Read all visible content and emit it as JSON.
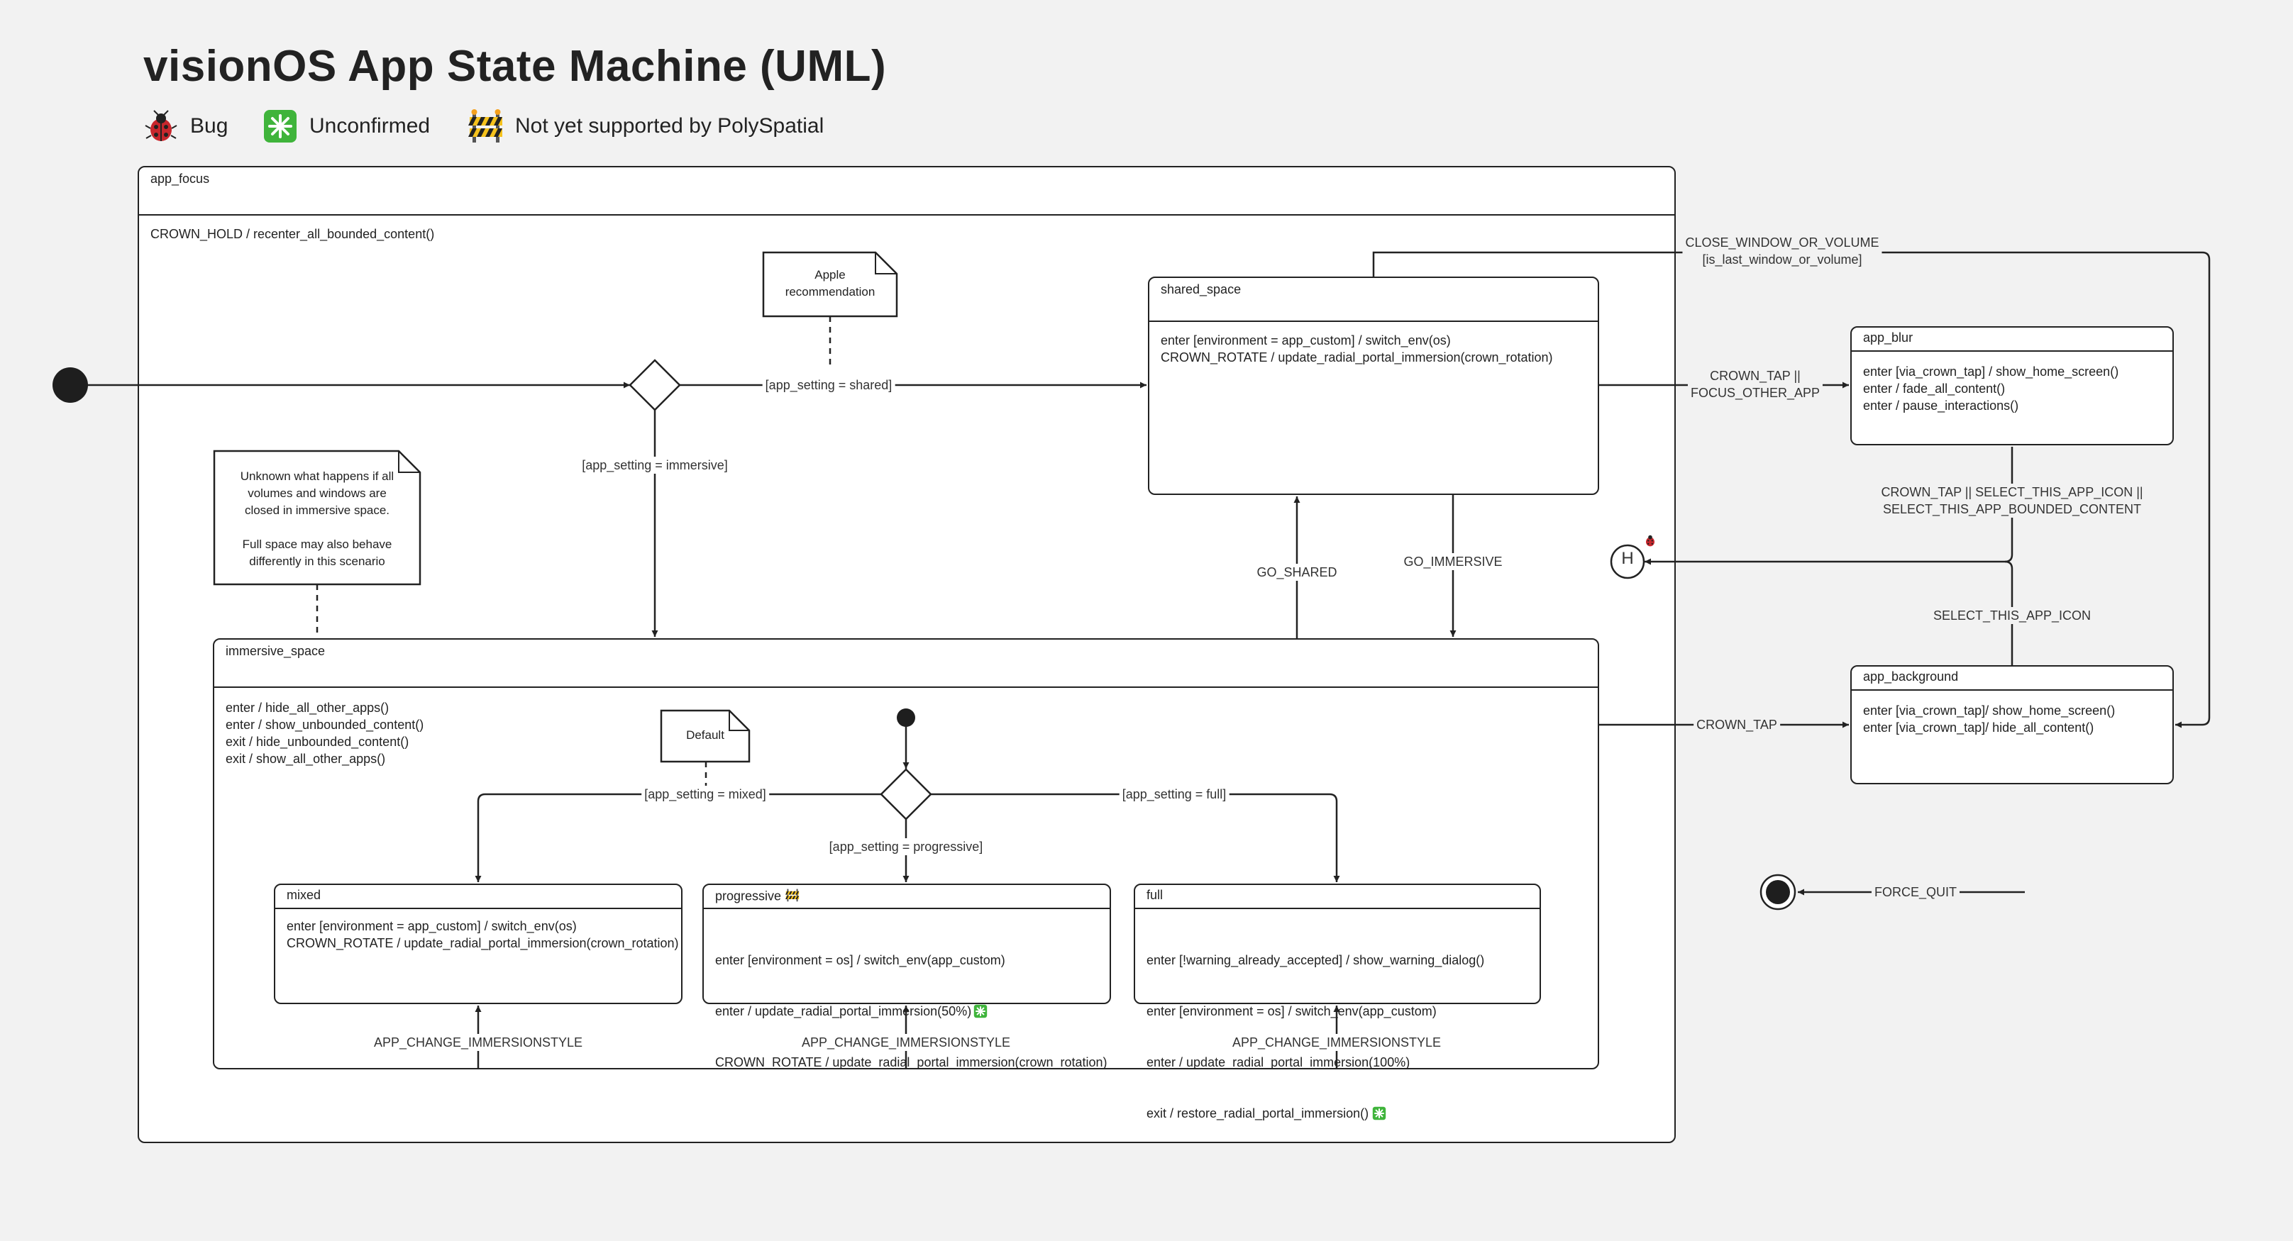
{
  "title": "visionOS App State Machine (UML)",
  "legend": [
    {
      "icon": "ladybug-icon",
      "label": "Bug"
    },
    {
      "icon": "green-sparkle-icon",
      "label": "Unconfirmed"
    },
    {
      "icon": "construction-barrier-icon",
      "label": "Not yet supported by PolySpatial"
    }
  ],
  "states": {
    "app_focus": {
      "name": "app_focus",
      "body": "CROWN_HOLD / recenter_all_bounded_content()"
    },
    "shared_space": {
      "name": "shared_space",
      "body": "enter [environment = app_custom] / switch_env(os)\nCROWN_ROTATE / update_radial_portal_immersion(crown_rotation)"
    },
    "immersive_space": {
      "name": "immersive_space",
      "body": "enter / hide_all_other_apps()\nenter / show_unbounded_content()\nexit / hide_unbounded_content()\nexit / show_all_other_apps()"
    },
    "mixed": {
      "name": "mixed",
      "body": "enter [environment = app_custom] / switch_env(os)\nCROWN_ROTATE / update_radial_portal_immersion(crown_rotation)"
    },
    "progressive": {
      "name": "progressive",
      "line1": "enter [environment = os] / switch_env(app_custom)",
      "line2": "enter / update_radial_portal_immersion(50%)",
      "line3": "CROWN_ROTATE / update_radial_portal_immersion(crown_rotation)"
    },
    "full": {
      "name": "full",
      "line1": "enter [!warning_already_accepted] / show_warning_dialog()",
      "line2": "enter [environment = os] / switch_env(app_custom)",
      "line3": "enter / update_radial_portal_immersion(100%)",
      "line4": "exit / restore_radial_portal_immersion()"
    },
    "app_blur": {
      "name": "app_blur",
      "body": "enter [via_crown_tap] / show_home_screen()\nenter / fade_all_content()\nenter / pause_interactions()"
    },
    "app_background": {
      "name": "app_background",
      "body": "enter [via_crown_tap]/ show_home_screen()\nenter [via_crown_tap]/ hide_all_content()"
    }
  },
  "notes": {
    "apple": "Apple\nrecommendation",
    "unknown": "Unknown what happens if all\nvolumes and windows are\nclosed in immersive space.\n\nFull space may also behave\ndifferently in this scenario",
    "default": "Default"
  },
  "history": "H",
  "transitions": {
    "shared": "[app_setting = shared]",
    "immersive": "[app_setting = immersive]",
    "go_shared": "GO_SHARED",
    "go_immersive": "GO_IMMERSIVE",
    "close_window_1": "CLOSE_WINDOW_OR_VOLUME",
    "close_window_2": "[is_last_window_or_volume]",
    "crown_tap_focus_1": "CROWN_TAP ||",
    "crown_tap_focus_2": "FOCUS_OTHER_APP",
    "crown_tap_select_1": "CROWN_TAP || SELECT_THIS_APP_ICON ||",
    "crown_tap_select_2": "SELECT_THIS_APP_BOUNDED_CONTENT",
    "select_this_app_icon": "SELECT_THIS_APP_ICON",
    "crown_tap": "CROWN_TAP",
    "mixed": "[app_setting = mixed]",
    "full": "[app_setting = full]",
    "progressive": "[app_setting = progressive]",
    "change_style_1": "APP_CHANGE_IMMERSIONSTYLE",
    "change_style_2": "APP_CHANGE_IMMERSIONSTYLE",
    "change_style_3": "APP_CHANGE_IMMERSIONSTYLE",
    "force_quit": "FORCE_QUIT"
  }
}
